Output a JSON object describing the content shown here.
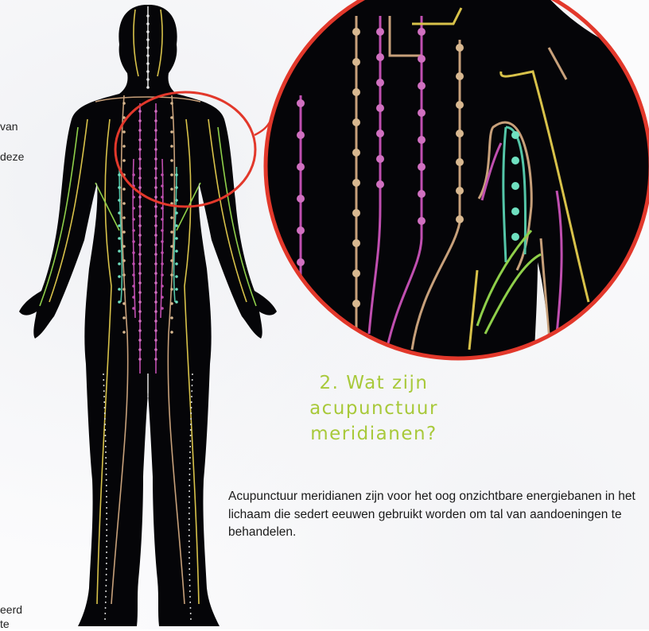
{
  "left_fragments": [
    "van",
    "deze",
    "eerd",
    "te"
  ],
  "heading": {
    "lines": [
      "2. Wat zijn",
      "acupunctuur",
      "meridianen?"
    ],
    "color": "#a8c93a"
  },
  "body_text": "Acupunctuur meridianen zijn voor het oog onzichtbare energiebanen in het lichaam die sedert eeuwen gebruikt worden om tal van aandoeningen te behandelen.",
  "illustration": {
    "subject": "human-body-meridian-chart",
    "magnifier_color": "#e2382b",
    "meridian_colors": [
      "#c04fb0",
      "#c7a07a",
      "#d8c24a",
      "#54c6a8",
      "#8fcf4a",
      "#d6d6d6"
    ]
  }
}
